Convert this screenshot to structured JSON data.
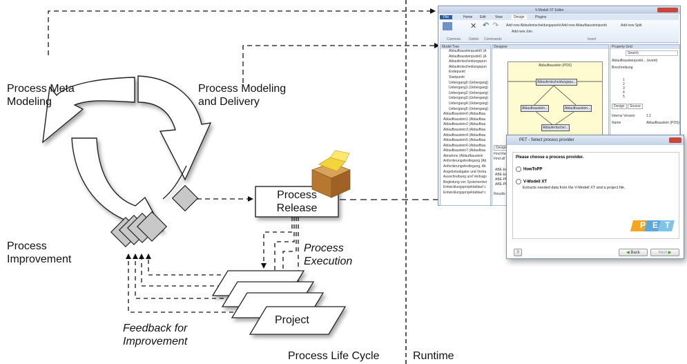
{
  "labels": {
    "meta_modeling": "Process Meta\nModeling",
    "modeling_delivery": "Process Modeling\nand Delivery",
    "improvement": "Process\nImprovement",
    "release": "Process\nRelease",
    "execution": "Process\nExecution",
    "feedback": "Feedback for\nImprovement",
    "project": "Project",
    "life_cycle": "Process Life Cycle",
    "runtime": "Runtime"
  },
  "editor_window": {
    "title": "V-Modell XT Editor",
    "ribbon_tabs": [
      "File",
      "Home",
      "Edit",
      "View",
      "Design",
      "Plugins"
    ],
    "ribbon_actions": [
      "Add new Ablaufentscheidungspunkt",
      "Add new Ablaufbausteinpunkt",
      "Add new Split",
      "Add new Join"
    ],
    "ribbon_groups": [
      "Common",
      "Delete",
      "Commands",
      "Insert"
    ],
    "panels": {
      "tree": "Model Tree",
      "designer": "Designer",
      "properties": "Property Grid"
    },
    "tree_items": [
      "Ablaufbausteinpunkt0 (A",
      "Ablaufbausteinpunkt1 (A",
      "Ablaufentscheidungspun",
      "Ablaufentscheidungspun",
      "Endepunkt",
      "Startpunkt",
      "Uebergang0 (Uebergang)",
      "Uebergang1 (Uebergang)",
      "Uebergang2 (Uebergang)",
      "Uebergang3 (Uebergang)",
      "Uebergang4 (Uebergang)",
      "Uebergang5 (Uebergang)",
      "Ablaufbaustein6 (Ablaufbau",
      "Ablaufbaustein1 (Ablaufbau",
      "Ablaufbaustein2 (Ablaufbau",
      "Ablaufbaustein3 (Ablaufbau",
      "Ablaufbaustein4 (Ablaufbau",
      "Ablaufbaustein5 (Ablaufbau",
      "Ablaufbaustein6 (Ablaufbau",
      "Ablaufbaustein7 (Ablaufbau",
      "Abnahme (Ablaufbaustein",
      "Anforderungsfestlegung (Ab",
      "Anforderungsfestlegung, Ab",
      "Angebotsabgabe und Vertra",
      "Ausschreibung und Vertrags",
      "Begleitung von Systementwi",
      "Entwicklungsprojektablauf c",
      "Entwicklungsprojektablauf c"
    ],
    "diagram_title": "Ablaufbaustein (PDS)",
    "diagram_nodes": [
      "Ablaufentscheidungspu...",
      "Ablaufbaustein...",
      "Ablaufbaustein...",
      "Ablaufentschei..."
    ],
    "search": "Search",
    "property_header": "Ablaufbausteinpunkt... (event)",
    "property_section": "Beschreibung",
    "bullets": [
      "1",
      "2",
      "3",
      "4",
      "5"
    ],
    "property_tabs": [
      "Design",
      "Source"
    ],
    "props": [
      [
        "Interne Version",
        "1.1"
      ],
      [
        "Name",
        "Ablaufbaustein (PDS)"
      ]
    ],
    "designer_tab": "Designer",
    "find_results": "Find Results",
    "find_all": "Find all 'Ab",
    "results": [
      "ABE-Endp",
      "ABE-Endp",
      "ABE-PDS",
      "ABE-PRB"
    ],
    "results_tab": "Results for"
  },
  "dialog": {
    "title": "PET - Select process provider",
    "prompt": "Please choose a process provider.",
    "option1": "HowToPP",
    "option2": "V-Modell XT",
    "option2_desc": "Extracts needed data from the V-Modell XT and a project file.",
    "help": "?",
    "back": "Back",
    "next": "Next",
    "logo": "PET"
  },
  "colors": {
    "arrow_outline": "#222222",
    "diamond": "#c8c8c8",
    "box_shadow": "#9a9a9a",
    "diagram_bg": "#fdfbcf"
  }
}
